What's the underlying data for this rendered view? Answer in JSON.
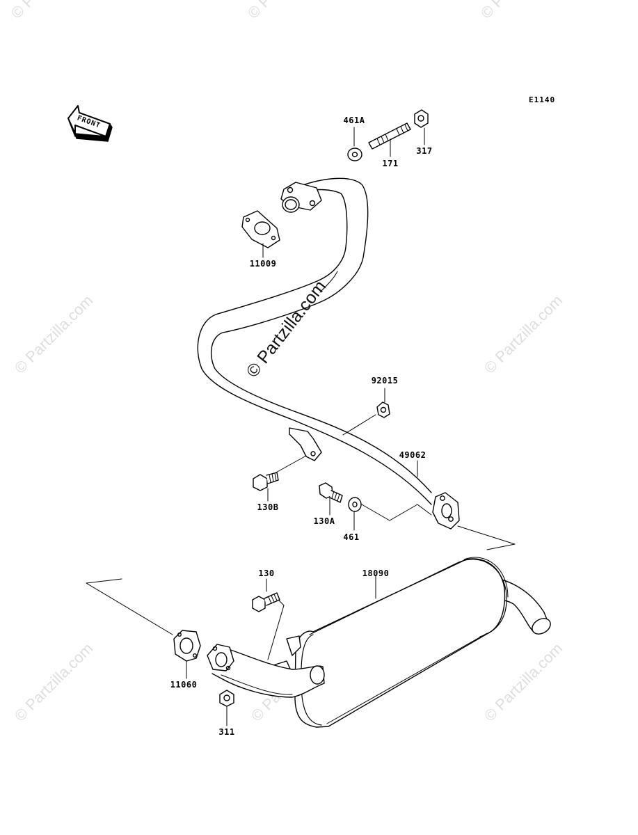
{
  "diagram": {
    "reference_code": "E1140",
    "front_label": "FRONT",
    "watermark_main": "© Partzilla.com",
    "watermark_faint": "© Partzilla.com",
    "parts": [
      {
        "id": "461A"
      },
      {
        "id": "317"
      },
      {
        "id": "171"
      },
      {
        "id": "11009"
      },
      {
        "id": "92015"
      },
      {
        "id": "49062"
      },
      {
        "id": "130B"
      },
      {
        "id": "130A"
      },
      {
        "id": "461"
      },
      {
        "id": "130"
      },
      {
        "id": "18090"
      },
      {
        "id": "11060"
      },
      {
        "id": "311"
      }
    ]
  }
}
